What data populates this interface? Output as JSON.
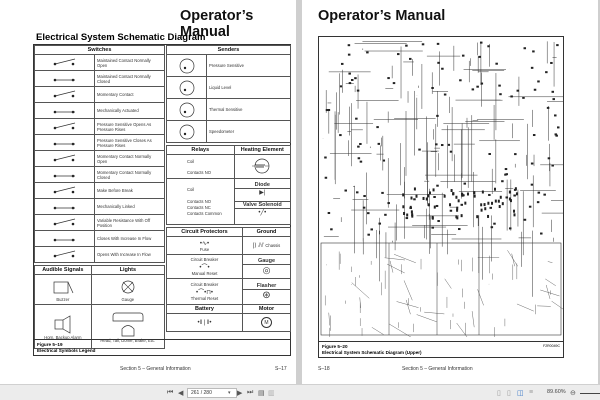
{
  "left_page": {
    "title": "Operator’s Manual",
    "subtitle": "Electrical System Schematic Diagram",
    "switches": {
      "header": "Switches",
      "items": [
        "Maintained Contact Normally Open",
        "Maintained Contact Normally Closed",
        "Momentary Contact",
        "Mechanically Actuated",
        "Pressure Sensitive Opens As Pressure Rises",
        "Pressure Sensitive Closes As Pressure Rises",
        "Momentary Contact Normally Open",
        "Momentary Contact Normally Closed",
        "Make Before Break",
        "Mechanically Linked",
        "Variable Resistance With Off Position",
        "Closes With Increase In Flow",
        "Opens With Increase In Flow"
      ]
    },
    "senders": {
      "header": "Senders",
      "items": [
        "Pressure Sensitive",
        "Liquid Level",
        "Thermal Sensitive",
        "Speedometer"
      ]
    },
    "relays": {
      "header": "Relays",
      "a": [
        "Coil",
        "Contacts NO"
      ],
      "b": [
        "Coil",
        "Contacts NO",
        "Contacts NC",
        "Contacts Common"
      ]
    },
    "heating": "Heating Element",
    "diode": "Diode",
    "valve": "Valve Solenoid",
    "protectors": {
      "header": "Circuit Protectors",
      "fuse": "Fuse",
      "cb1": "Circuit Breaker",
      "cb1_sub": "Manual Reset",
      "cb2": "Circuit Breaker",
      "cb2_sub": "Thermal Reset"
    },
    "ground": {
      "header": "Ground",
      "chassis": "Chassis"
    },
    "gauge": "Gauge",
    "flasher": "Flasher",
    "battery": "Battery",
    "motor": "Motor",
    "motor_symbol": "M",
    "audible": {
      "header": "Audible Signals",
      "buzzer": "Buzzer",
      "horn": "Horn, Backup Alarm"
    },
    "lights": {
      "header": "Lights",
      "gauge": "Gauge",
      "head": "Head, Tail, Dome, Brake, Etc."
    },
    "figure": "Figure 5–19",
    "figure_title": "Electrical Symbols Legend",
    "footer": "Section 5 – General Information",
    "page_no": "S–17"
  },
  "right_page": {
    "title": "Operator’s Manual",
    "figure": "Figure 5–20",
    "figure_title": "Electrical System Schematic Diagram (Upper)",
    "fig_code": "F2R0049C",
    "footer": "Section 5 – General Information",
    "page_no": "S–18"
  },
  "toolbar": {
    "page_value": "261 / 280",
    "zoom": "89.60%",
    "icons": [
      "first-page",
      "prev-page",
      "next-page",
      "last-page",
      "single-page",
      "two-page",
      "single-view",
      "bookmark-view",
      "two-page-view",
      "scroll-view",
      "zoom-out"
    ]
  }
}
